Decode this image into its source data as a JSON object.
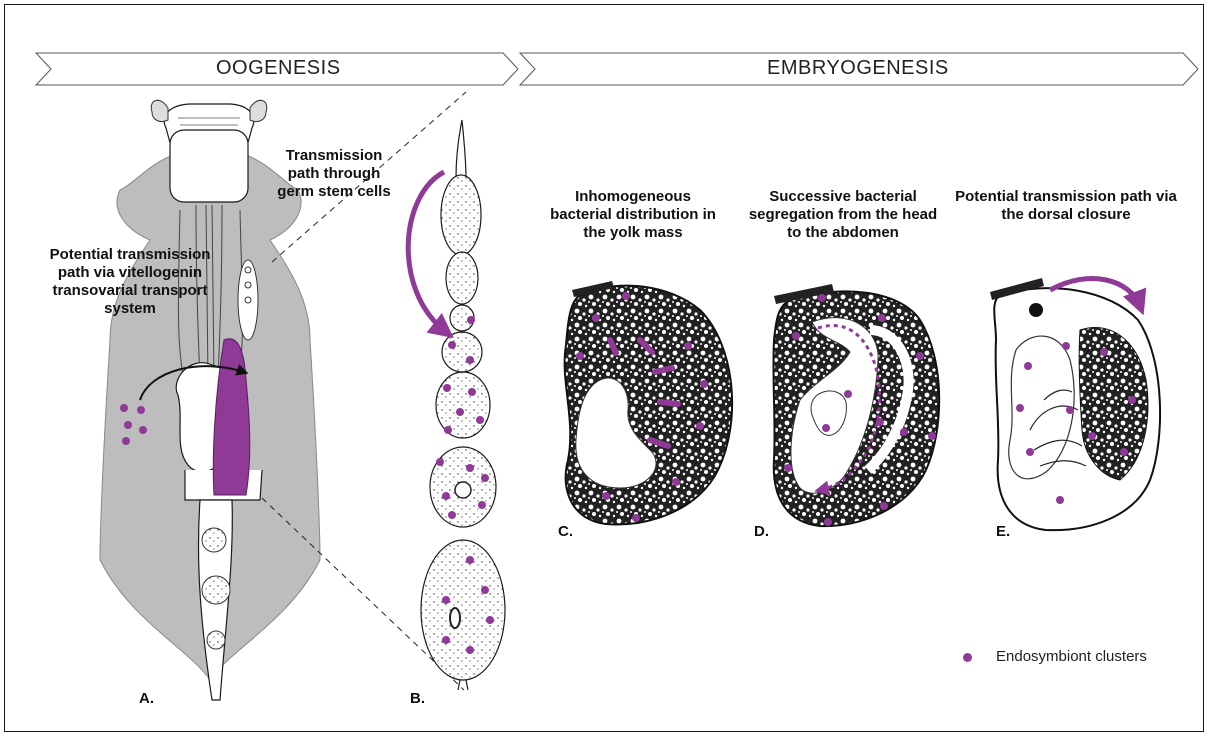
{
  "banners": {
    "oogenesis": "OOGENESIS",
    "embryogenesis": "EMBRYOGENESIS"
  },
  "labels": {
    "vitellogenin": "Potential transmission path via vitellogenin transovarial transport system",
    "germ": "Transmission path through germ stem cells",
    "yolk": "Inhomogeneous bacterial distribution in the yolk mass",
    "segregation": "Successive bacterial segregation from the head to the abdomen",
    "dorsal": "Potential transmission path via the dorsal closure"
  },
  "panels": [
    "A.",
    "B.",
    "C.",
    "D.",
    "E."
  ],
  "legend": {
    "text": "Endosymbiont clusters"
  },
  "colors": {
    "endosymbiont": "#8e3a96",
    "body_gray": "#bdbdbd",
    "outline": "#1a1a1a",
    "yolk_dark": "#2a2a2a"
  }
}
